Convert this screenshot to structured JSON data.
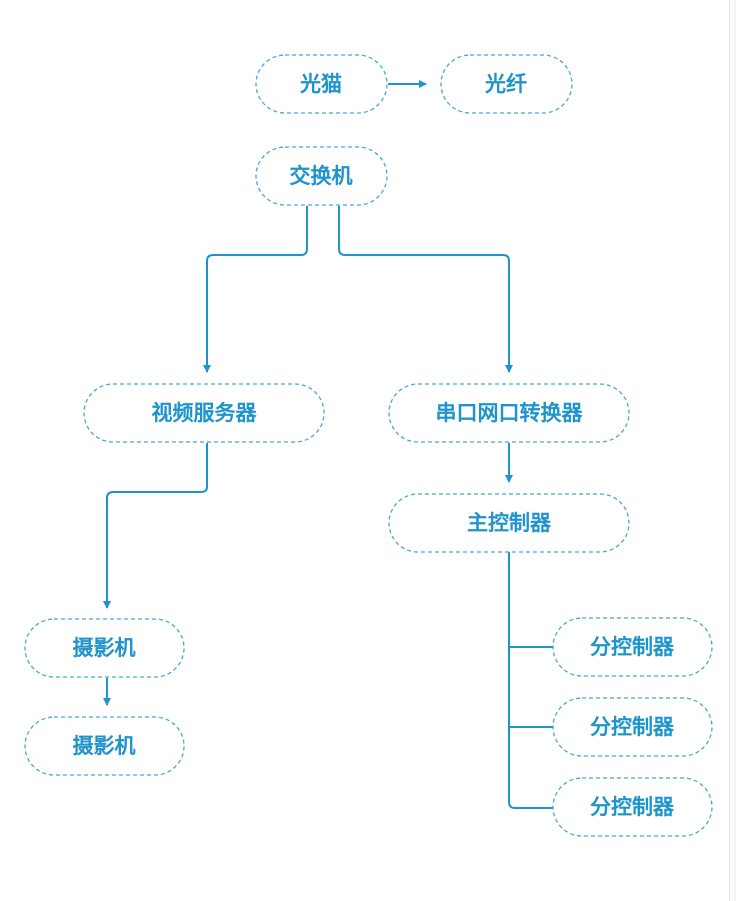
{
  "colors": {
    "accent": "#1e93cc",
    "node_border": "#45a8d8",
    "node_fill": "#ffffff",
    "connector": "#1e93cc",
    "background": "#ffffff"
  },
  "nodes": {
    "optical_modem": "光猫",
    "optical_fiber": "光纤",
    "switch": "交换机",
    "video_server": "视频服务器",
    "serial_converter": "串口网口转换器",
    "main_controller": "主控制器",
    "camera_1": "摄影机",
    "camera_2": "摄影机",
    "sub_controller_1": "分控制器",
    "sub_controller_2": "分控制器",
    "sub_controller_3": "分控制器"
  }
}
